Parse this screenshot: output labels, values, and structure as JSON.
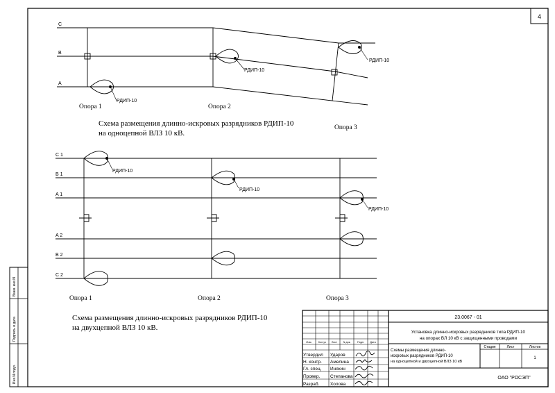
{
  "sheet": {
    "number": "4",
    "side_stamp": [
      "Взам. инв.N",
      "Подпись и дата",
      "Инв.N подл."
    ]
  },
  "diagram1": {
    "phases": [
      "C",
      "B",
      "A"
    ],
    "supports": [
      "Опора 1",
      "Опора 2",
      "Опора 3"
    ],
    "device_label": "РДИП-10",
    "caption": [
      "Схема размещения длинно-искровых разрядников РДИП-10",
      "на одноцепной ВЛЗ 10 кВ."
    ]
  },
  "diagram2": {
    "phases": [
      "C 1",
      "B 1",
      "A 1",
      "A 2",
      "B 2",
      "C 2"
    ],
    "supports": [
      "Опора 1",
      "Опора 2",
      "Опора 3"
    ],
    "device_label": "РДИП-10",
    "caption": [
      "Схема размещения длинно-искровых разрядников РДИП-10",
      "на двухцепной ВЛЗ 10 кВ."
    ]
  },
  "title_block": {
    "doc_code": "23.0067 - 01",
    "project_title": [
      "Установка длинно-искровых разрядников типа РДИП-10",
      "на опорах ВЛ 10 кВ с защищенными проводами"
    ],
    "sheet_title": [
      "Схемы размещения длинно-",
      "искровых разрядников РДИП-10",
      "на одноцепной и двухцепной ВЛЗ 10 кВ"
    ],
    "col_headers": [
      "Изм.",
      "Кол.уч",
      "Лист",
      "N док.",
      "Подп.",
      "Дата"
    ],
    "stage_headers": [
      "Стадия",
      "Лист",
      "Листов"
    ],
    "stage_values": [
      "",
      "",
      "1"
    ],
    "organization": "ОАО \"РОСЭП\"",
    "roles": [
      {
        "role": "Утвердил",
        "name": "Ударов"
      },
      {
        "role": "Н. контр.",
        "name": "Амелина"
      },
      {
        "role": "Гл. спец.",
        "name": "Инякин"
      },
      {
        "role": "Провер.",
        "name": "Степанова"
      },
      {
        "role": "Разраб.",
        "name": "Холова"
      }
    ]
  }
}
